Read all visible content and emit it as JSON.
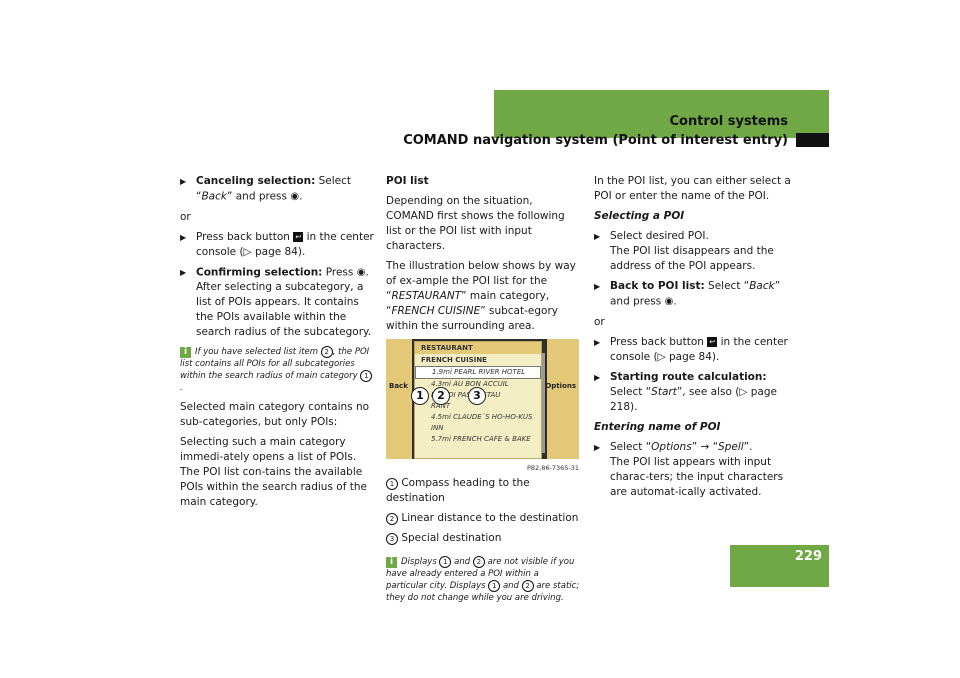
{
  "header": {
    "title": "Control systems",
    "subtitle": "COMAND navigation system (Point of interest entry)"
  },
  "page_number": "229",
  "col1": {
    "b1_lbl": "Canceling selection:",
    "b1_a": "Select “",
    "b1_back": "Back",
    "b1_b": "” and press",
    "or1": "or",
    "b2": "Press back button",
    "b2_b": "in the center console (▷ page 84).",
    "b3_lbl": "Confirming selection:",
    "b3_a": "Press",
    "b3_sub": "After selecting a subcategory, a list of POIs appears. It contains the POIs available within the search radius of the subcategory.",
    "note_a": "If you have selected list item",
    "note_n2": "2",
    "note_b": ", the POI list contains all POIs for all subcategories within the search radius of main category",
    "note_n1": "1",
    "p1": "Selected main category contains no sub-categories, but only POIs:",
    "p2": "Selecting such a main category immedi-ately opens a list of POIs. The POI list con-tains the available POIs within the search radius of the main category."
  },
  "col2": {
    "heading": "POI list",
    "p1": "Depending on the situation, COMAND first shows the following list or the POI list with input characters.",
    "p2a": "The illustration below shows by way of ex-ample the POI list for the “",
    "p2_rest": "RESTAURANT",
    "p2b": "” main category, “",
    "p2_french": "FRENCH CUISINE",
    "p2c": "” subcat-egory within the surrounding area.",
    "shot": {
      "back": "Back",
      "options": "Options",
      "category": "RESTAURANT",
      "subcategory": "FRENCH CUISINE",
      "rows": [
        "1.9mi  PEARL RIVER HOTEL",
        "4.3mi  AU BON ACCUIL",
        "POU   DI PAS RESTAU",
        "RANT",
        "4.5mi  CLAUDE´S HO-HO-KUS",
        "INN",
        "5.7mi FRENCH CAFE & BAKE"
      ],
      "ref": "P82.86-7365-31",
      "m1": "1",
      "m2": "2",
      "m3": "3"
    },
    "legend": [
      {
        "n": "1",
        "text": "Compass heading to the destination"
      },
      {
        "n": "2",
        "text": "Linear distance to the destination"
      },
      {
        "n": "3",
        "text": "Special destination"
      }
    ],
    "note_a": "Displays",
    "note_n1": "1",
    "note_and": "and",
    "note_n2": "2",
    "note_b": "are not visible if you have already entered a POI within a particular city. Displays",
    "note_c": "are static; they do not change while you are driving."
  },
  "col3": {
    "p1": "In the POI list, you can either select a POI or enter the name of the POI.",
    "h1": "Selecting a POI",
    "b1": "Select desired POI.",
    "b1_sub": "The POI list disappears and the address of the POI appears.",
    "b2_lbl": "Back to POI list:",
    "b2_a": "Select “",
    "b2_back": "Back",
    "b2_b": "” and press",
    "or1": "or",
    "b3": "Press back button",
    "b3_b": "in the center console (▷ page 84).",
    "b4_lbl": "Starting route calculation:",
    "b4_a": "Select “",
    "b4_start": "Start",
    "b4_b": "”, see also (▷ page 218).",
    "h2": "Entering name of POI",
    "b5_a": "Select “",
    "b5_opt": "Options",
    "b5_arrow": "” → “",
    "b5_spell": "Spell",
    "b5_b": "”.",
    "b5_sub": "The POI list appears with input charac-ters; the input characters are automat-ically activated."
  },
  "icons": {
    "info": "info-icon",
    "back_button": "back-button-icon",
    "knob": "knob-icon"
  },
  "colors": {
    "accent": "#6fa845"
  }
}
